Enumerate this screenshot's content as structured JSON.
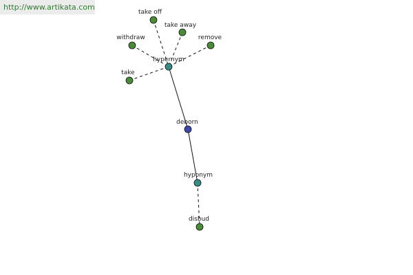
{
  "watermark": "http://www.artikata.com",
  "colors": {
    "synonym": "#4a8a3a",
    "relation": "#3a8a86",
    "center": "#3a4aa6"
  },
  "nodes": [
    {
      "id": "take-off",
      "label": "take off",
      "kind": "synonym"
    },
    {
      "id": "take-away",
      "label": "take away",
      "kind": "synonym"
    },
    {
      "id": "withdraw",
      "label": "withdraw",
      "kind": "synonym"
    },
    {
      "id": "remove",
      "label": "remove",
      "kind": "synonym"
    },
    {
      "id": "hypernym",
      "label": "hypernym",
      "kind": "relation"
    },
    {
      "id": "take",
      "label": "take",
      "kind": "synonym"
    },
    {
      "id": "deborn",
      "label": "deborn",
      "kind": "center"
    },
    {
      "id": "hyponym",
      "label": "hyponym",
      "kind": "relation"
    },
    {
      "id": "disbud",
      "label": "disbud",
      "kind": "synonym"
    }
  ],
  "edges": [
    {
      "from": "take-off",
      "to": "hypernym",
      "style": "dashed"
    },
    {
      "from": "take-away",
      "to": "hypernym",
      "style": "dashed"
    },
    {
      "from": "withdraw",
      "to": "hypernym",
      "style": "dashed"
    },
    {
      "from": "remove",
      "to": "hypernym",
      "style": "dashed"
    },
    {
      "from": "take",
      "to": "hypernym",
      "style": "dashed"
    },
    {
      "from": "hypernym",
      "to": "deborn",
      "style": "solid"
    },
    {
      "from": "deborn",
      "to": "hyponym",
      "style": "solid"
    },
    {
      "from": "hyponym",
      "to": "disbud",
      "style": "dashed"
    }
  ]
}
